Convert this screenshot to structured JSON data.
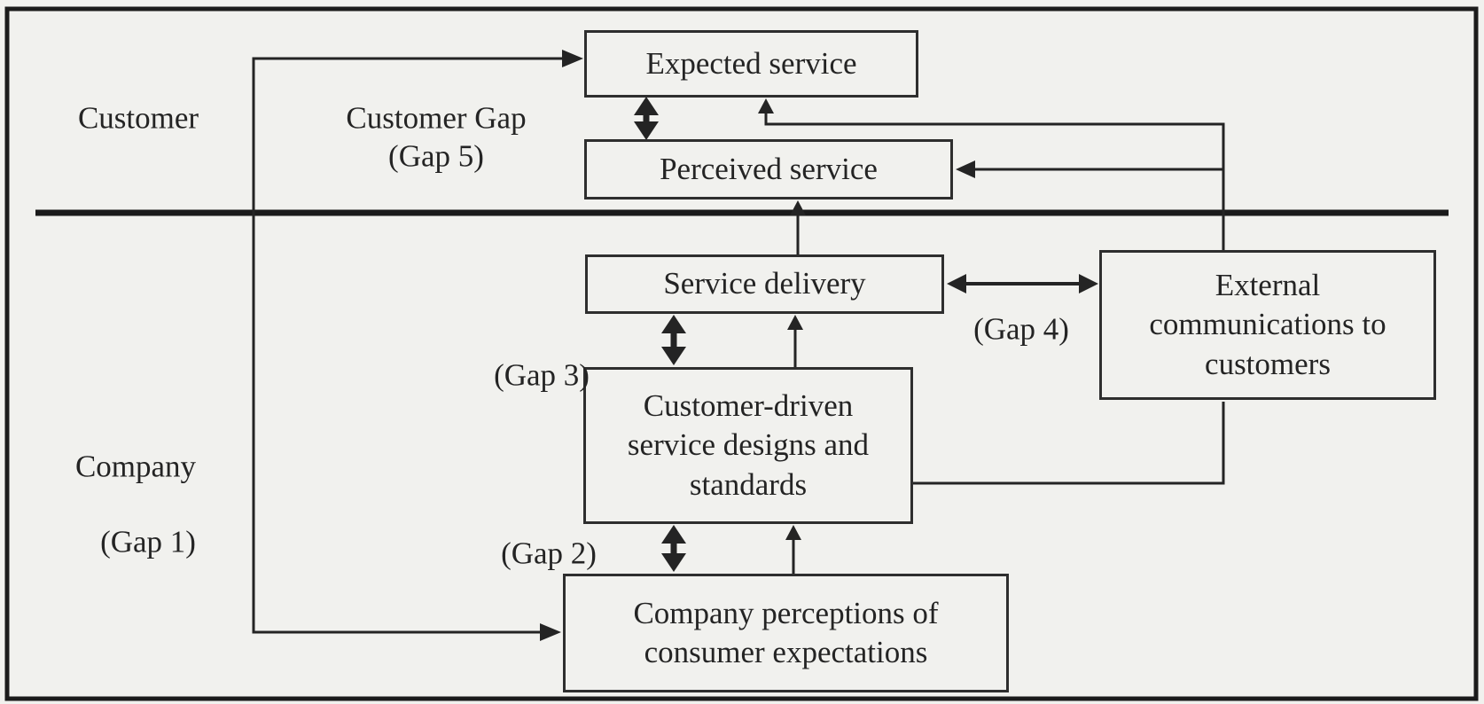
{
  "title": "Gaps Model of Service Quality diagram",
  "colors": {
    "background": "#f1f1ee",
    "ink": "#242424",
    "box_border": "#2e2e2e",
    "frame": "#1b1b1b"
  },
  "regions": {
    "customer_label": "Customer",
    "company_label": "Company"
  },
  "boxes": {
    "expected": {
      "label": "Expected service"
    },
    "perceived": {
      "label": "Perceived service"
    },
    "service_delivery": {
      "label": "Service delivery"
    },
    "designs": {
      "label": "Customer-driven\nservice designs and\nstandards"
    },
    "perceptions": {
      "label": "Company perceptions of\nconsumer expectations"
    },
    "external": {
      "label": "External\ncommunications to\ncustomers"
    }
  },
  "gap_labels": {
    "customer_gap": "Customer Gap\n(Gap 5)",
    "gap1": "(Gap 1)",
    "gap2": "(Gap 2)",
    "gap3": "(Gap 3)",
    "gap4": "(Gap 4)"
  }
}
